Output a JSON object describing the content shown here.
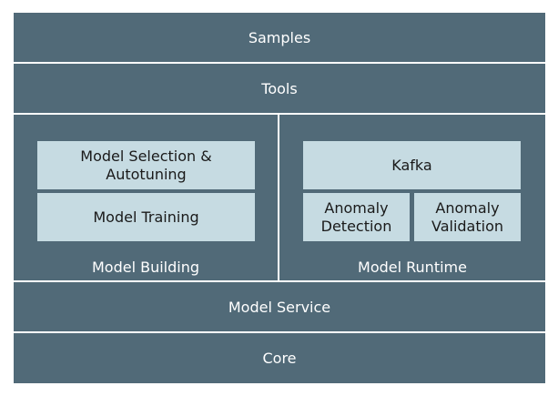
{
  "colors": {
    "layer": "#516a78",
    "component": "#c6dbe2",
    "layer_text": "#ffffff",
    "component_text": "#1a1a1a"
  },
  "layers": {
    "samples": "Samples",
    "tools": "Tools",
    "service": "Model Service",
    "core": "Core"
  },
  "model_building": {
    "label": "Model Building",
    "components": {
      "selection_line1": "Model Selection &",
      "selection_line2": "Autotuning",
      "training": "Model Training"
    }
  },
  "model_runtime": {
    "label": "Model Runtime",
    "components": {
      "kafka": "Kafka",
      "detection_line1": "Anomaly",
      "detection_line2": "Detection",
      "validation_line1": "Anomaly",
      "validation_line2": "Validation"
    }
  }
}
